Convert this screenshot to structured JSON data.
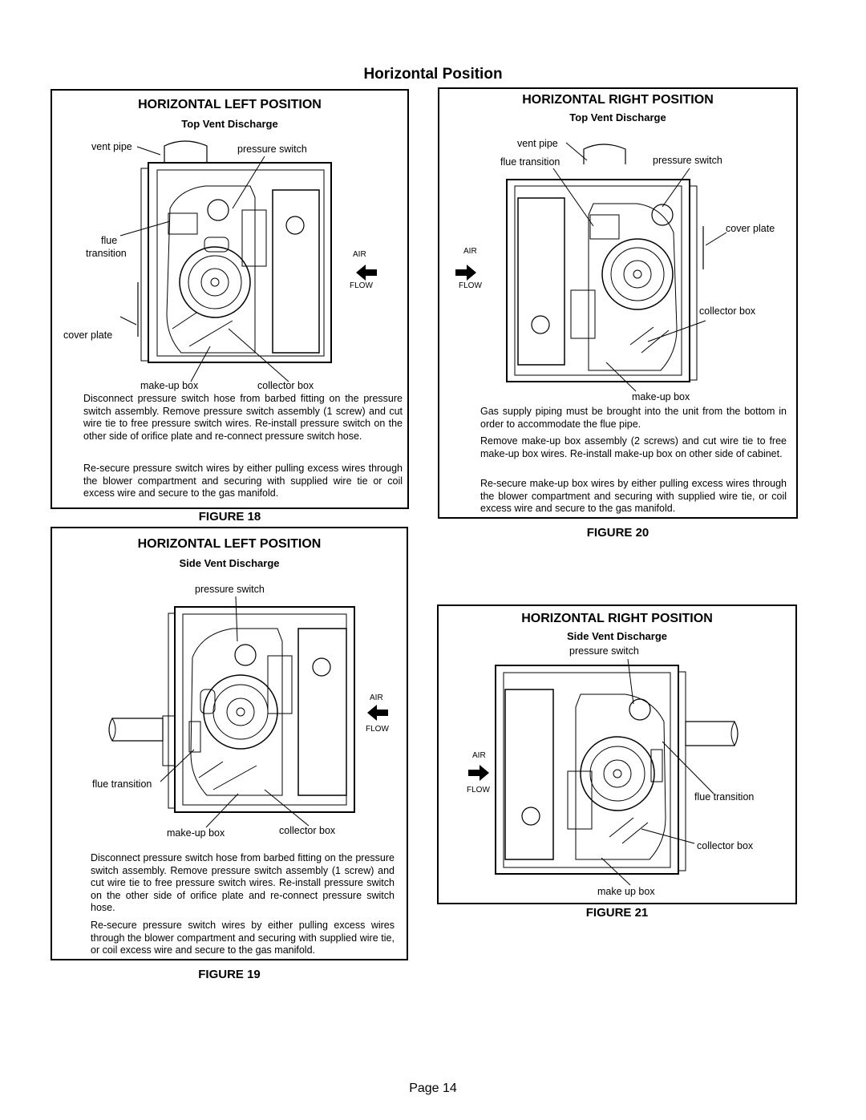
{
  "page_title": "Horizontal Position",
  "page_number": "Page 14",
  "fig18": {
    "title": "HORIZONTAL LEFT POSITION",
    "subtitle": "Top Vent Discharge",
    "figure_label": "FIGURE 18",
    "labels": {
      "vent_pipe": "vent pipe",
      "pressure_switch": "pressure switch",
      "flue": "flue",
      "transition": "transition",
      "cover_plate": "cover plate",
      "make_up_box": "make-up box",
      "collector_box": "collector box",
      "air": "AIR",
      "flow": "FLOW"
    },
    "paragraphs": [
      "Disconnect pressure switch hose from barbed fitting on the pressure switch assembly. Remove pressure switch assembly (1 screw) and cut wire tie to free pressure switch wires. Re-install pressure switch on the other side of orifice plate and re-connect pressure switch hose.",
      "Re-secure pressure switch wires by either pulling excess wires through the blower compartment and securing with supplied wire tie or coil excess wire and secure to the gas manifold."
    ]
  },
  "fig19": {
    "title": "HORIZONTAL LEFT POSITION",
    "subtitle": "Side Vent Discharge",
    "figure_label": "FIGURE 19",
    "labels": {
      "pressure_switch": "pressure switch",
      "flue_transition": "flue transition",
      "make_up_box": "make-up box",
      "collector_box": "collector box",
      "air": "AIR",
      "flow": "FLOW"
    },
    "paragraphs": [
      "Disconnect pressure switch hose from barbed fitting on the pressure switch assembly. Remove pressure switch assembly (1 screw) and cut wire tie to free pressure switch wires. Re-install pressure switch on the other side of orifice plate and re-connect pressure switch hose.",
      "Re-secure pressure switch wires by either pulling excess wires through the blower compartment and securing with supplied wire tie, or coil excess wire and secure to the gas manifold."
    ]
  },
  "fig20": {
    "title": "HORIZONTAL RIGHT POSITION",
    "subtitle": "Top Vent Discharge",
    "figure_label": "FIGURE 20",
    "labels": {
      "vent_pipe": "vent pipe",
      "flue_transition": "flue transition",
      "pressure_switch": "pressure switch",
      "cover_plate": "cover plate",
      "collector_box": "collector box",
      "make_up_box": "make-up box",
      "air": "AIR",
      "flow": "FLOW"
    },
    "paragraphs": [
      "Gas supply piping must be brought into the unit from the bottom in order to accommodate the flue pipe.",
      "Remove make-up box assembly (2 screws) and cut wire tie to free make-up box wires. Re-install make-up box on other side of cabinet.",
      "Re-secure make-up box wires by either pulling excess wires through the blower compartment and securing with supplied wire tie, or coil excess wire and secure to the gas manifold."
    ]
  },
  "fig21": {
    "title": "HORIZONTAL RIGHT POSITION",
    "subtitle": "Side Vent Discharge",
    "figure_label": "FIGURE 21",
    "labels": {
      "pressure_switch": "pressure switch",
      "flue_transition": "flue transition",
      "collector_box": "collector box",
      "make_up_box": "make up box",
      "air": "AIR",
      "flow": "FLOW"
    }
  }
}
